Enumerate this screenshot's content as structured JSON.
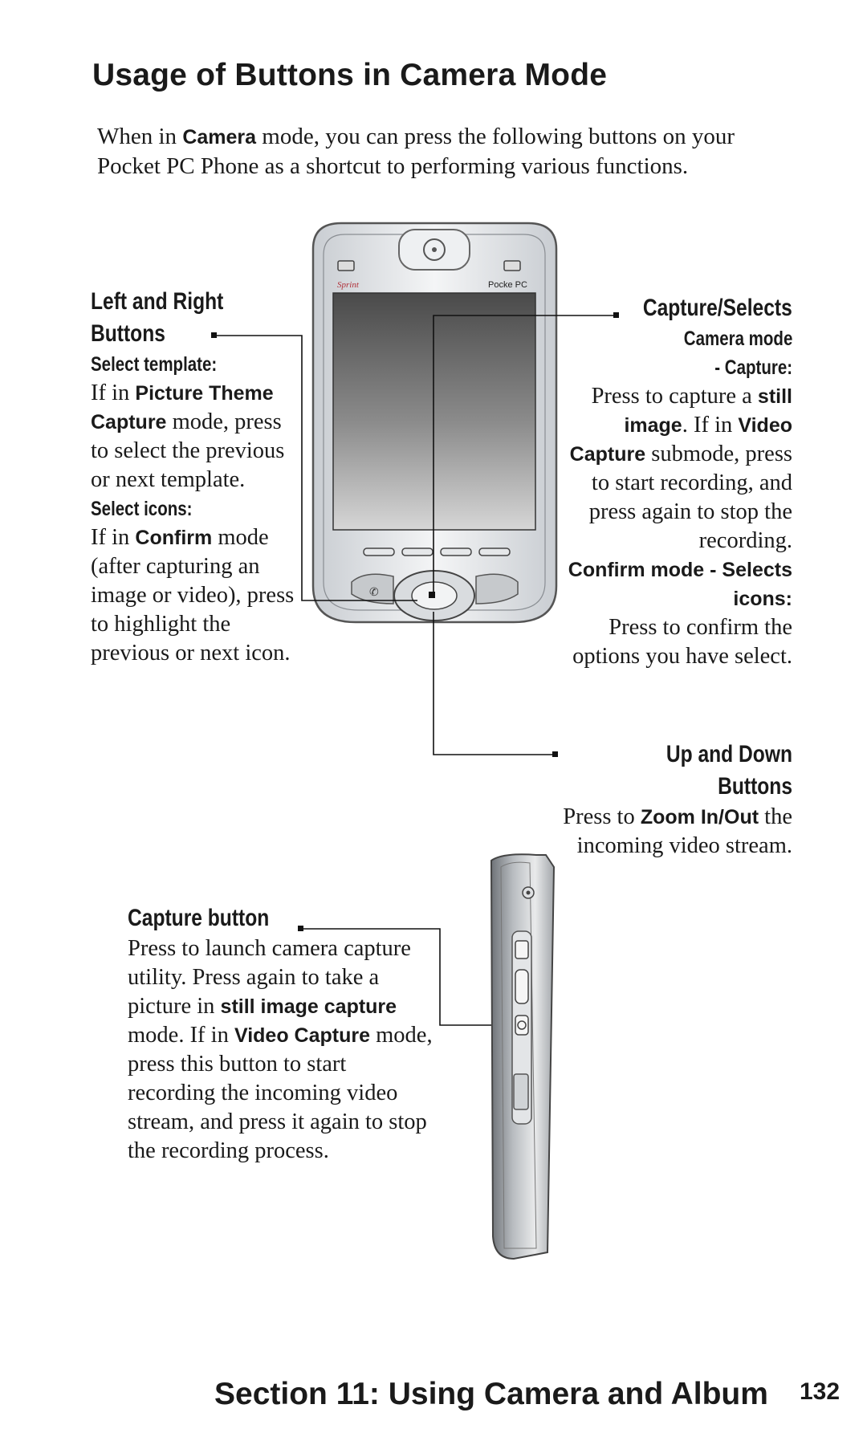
{
  "heading": "Usage of Buttons in Camera Mode",
  "intro": {
    "part1": "When in ",
    "camera": "Camera",
    "part2": " mode, you can press the following buttons on your Pocket PC Phone as a shortcut to performing various functions."
  },
  "device": {
    "brand": "Sprint",
    "model": "Pocke PC"
  },
  "left_right": {
    "title_line1": "Left and Right",
    "title_line2": "Buttons",
    "select_template": "Select template:",
    "t1": "If in ",
    "t1_bold": "Picture Theme Capture",
    "t1_rest": " mode, press to select the previous or next template.",
    "select_icons": "Select icons:",
    "i1": "If in ",
    "i1_bold": "Confirm",
    "i1_rest": " mode (after capturing an image or video), press to highlight the previous or next icon."
  },
  "capture_selects": {
    "title": "Capture/Selects",
    "camera_mode": "Camera mode",
    "capture_label": "- Capture:",
    "p1": "Press to capture a",
    "still_image": "still image",
    "p2": ". If in ",
    "video_capture": "Video Capture",
    "p3": " submode, press to start recording, and press again to stop the recording.",
    "confirm_mode": "Confirm mode - Selects icons:",
    "p4": "Press to confirm the options you have select."
  },
  "up_down": {
    "title": "Up and Down Buttons",
    "p1": "Press to ",
    "zoom": "Zoom In/Out",
    "p2": " the incoming video stream."
  },
  "capture_button": {
    "title": "Capture button",
    "p1": "Press to launch camera capture utility.  Press again to take a picture in ",
    "still": "still image  capture",
    "p2": " mode. If in ",
    "video": "Video Capture",
    "p3": " mode, press this button to start recording the incoming video stream, and press it again to stop the recording process."
  },
  "footer": {
    "section": "Section 11: Using Camera and Album",
    "page": "132"
  }
}
